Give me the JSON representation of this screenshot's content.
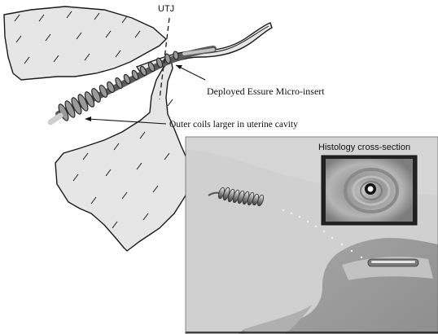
{
  "labels": {
    "utj": "UTJ",
    "micro_insert": "Deployed Essure Micro-insert",
    "outer_coils": "Outer coils larger in uterine cavity",
    "histology": "Histology cross-section"
  },
  "colors": {
    "tissue_fill": "#e6e6e6",
    "outline": "#1a1a1a",
    "coil_dark": "#444444",
    "photo_background": "#9c9c9c",
    "photo_tissue": "#d4d4d4"
  }
}
